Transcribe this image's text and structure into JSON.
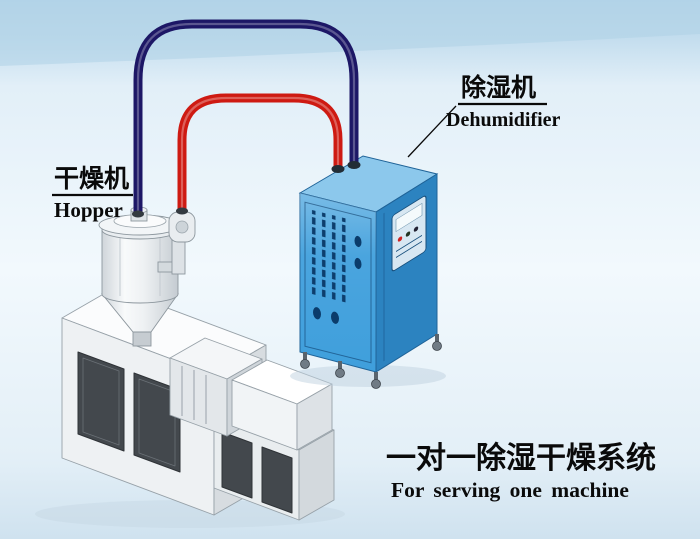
{
  "labels": {
    "hopper_cn": "干燥机",
    "hopper_en": "Hopper",
    "dehumidifier_cn": "除湿机",
    "dehumidifier_en": "Dehumidifier"
  },
  "caption": {
    "title_cn": "一对一除湿干燥系统",
    "subtitle_en": "For serving one machine"
  },
  "colors": {
    "pipe_navy": "#1d1766",
    "pipe_red": "#ce1a12",
    "dehumidifier_top": "#8cc8ec",
    "dehumidifier_front": "#3f9fdc",
    "dehumidifier_side": "#2c83c0",
    "label_text": "#0a0a0a"
  }
}
